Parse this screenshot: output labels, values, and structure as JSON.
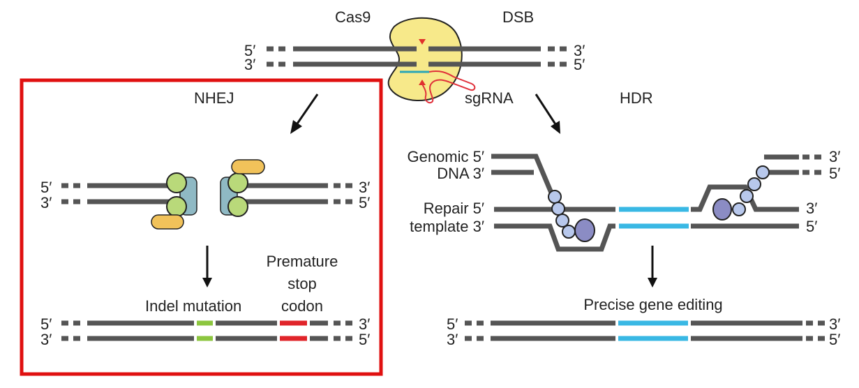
{
  "colors": {
    "dna": "#555555",
    "cas9_fill": "#f7e98a",
    "cas9_stroke": "#222222",
    "cut_marker": "#e0302a",
    "guide": "#2aa6b8",
    "sgrna": "#e0303a",
    "ku_green": "#b9d97a",
    "ku_blue": "#8fb9c4",
    "orange": "#f1c25a",
    "hdr_small": "#b8c8ec",
    "hdr_large": "#8b8cc4",
    "indel": "#8cc63f",
    "stop_codon": "#e0242a",
    "edit": "#39b8e4",
    "highlight_box": "#e01010"
  },
  "top": {
    "cas9_label": "Cas9",
    "dsb_label": "DSB",
    "sgrna_label": "sgRNA",
    "left_top": "5′",
    "left_bottom": "3′",
    "right_top": "3′",
    "right_bottom": "5′"
  },
  "nhej": {
    "title": "NHEJ",
    "left_top": "5′",
    "left_bottom": "3′",
    "right_top": "3′",
    "right_bottom": "5′",
    "indel_label": "Indel mutation",
    "stop_label_lines": [
      "Premature",
      "stop",
      "codon"
    ],
    "result_left_top": "5′",
    "result_left_bottom": "3′",
    "result_right_top": "3′",
    "result_right_bottom": "5′"
  },
  "hdr": {
    "title": "HDR",
    "genomic_top": "Genomic 5′",
    "genomic_bottom": "DNA 3′",
    "repair_top": "Repair 5′",
    "repair_bottom": "template 3′",
    "right_upper_top": "3′",
    "right_upper_bottom": "5′",
    "right_lower_top": "3′",
    "right_lower_bottom": "5′",
    "result_label": "Precise gene editing",
    "result_left_top": "5′",
    "result_left_bottom": "3′",
    "result_right_top": "3′",
    "result_right_bottom": "5′"
  }
}
